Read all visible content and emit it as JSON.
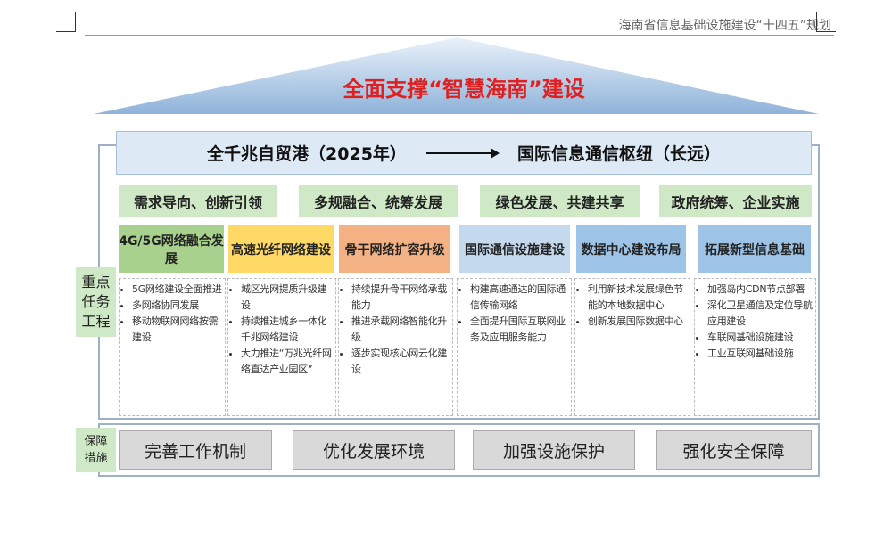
{
  "header": "海南省信息基础设施建设“十四五”规划",
  "title": "全面支撑“智慧海南”建设",
  "banner": {
    "left": "全千兆自贸港（2025年）",
    "right": "国际信息通信枢纽（长远）"
  },
  "principles": [
    "需求导向、创新引领",
    "多规融合、统筹发展",
    "绿色发展、共建共享",
    "政府统筹、企业实施"
  ],
  "side_label_tasks": "重点任务工程",
  "side_label_measures": "保障措施",
  "colors": {
    "title": "#e02020",
    "green": "#a9d18e",
    "yellow": "#ffd966",
    "orange": "#f4b183",
    "blue_light": "#c5d9ee",
    "blue": "#9dc3e6"
  },
  "tasks": [
    {
      "title": "4G/5G网络融合发展",
      "items": [
        "5G网络建设全面推进",
        "多网络协同发展",
        "移动物联网网络按需建设"
      ]
    },
    {
      "title": "高速光纤网络建设",
      "items": [
        "城区光网提质升级建设",
        "持续推进城乡一体化千兆网络建设",
        "大力推进“万兆光纤网络直达产业园区”"
      ]
    },
    {
      "title": "骨干网络扩容升级",
      "items": [
        "持续提升骨干网络承载能力",
        "推进承载网络智能化升级",
        "逐步实现核心网云化建设"
      ]
    },
    {
      "title": "国际通信设施建设",
      "items": [
        "构建高速通达的国际通信传输网络",
        "全面提升国际互联网业务及应用服务能力"
      ]
    },
    {
      "title": "数据中心建设布局",
      "items": [
        "利用新技术发展绿色节能的本地数据中心",
        "创新发展国际数据中心"
      ]
    },
    {
      "title": "拓展新型信息基础",
      "items": [
        "加强岛内CDN节点部署",
        "深化卫星通信及定位导航应用建设",
        "车联网基础设施建设",
        "工业互联网基础设施"
      ]
    }
  ],
  "measures": [
    "完善工作机制",
    "优化发展环境",
    "加强设施保护",
    "强化安全保障"
  ]
}
